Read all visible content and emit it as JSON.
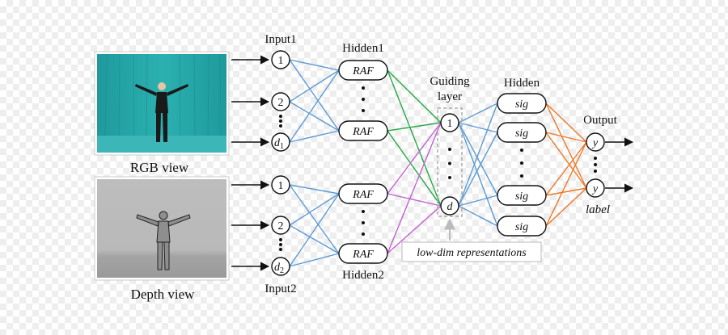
{
  "views": {
    "rgb": {
      "caption": "RGB view"
    },
    "depth": {
      "caption": "Depth view"
    }
  },
  "inputs": {
    "input1": {
      "title": "Input1",
      "nodes": [
        "1",
        "2",
        "d1"
      ]
    },
    "input2": {
      "title": "Input2",
      "nodes": [
        "1",
        "2",
        "d2"
      ]
    }
  },
  "hidden1": {
    "title": "Hidden1",
    "unit": "RAF"
  },
  "hidden2": {
    "title": "Hidden2",
    "unit": "RAF"
  },
  "guiding": {
    "title_line1": "Guiding",
    "title_line2": "layer",
    "nodes": [
      "1",
      "d"
    ],
    "annotation": "low-dim representations"
  },
  "hidden": {
    "title": "Hidden",
    "unit": "sig"
  },
  "output": {
    "title": "Output",
    "node": "y",
    "caption": "label"
  },
  "ellipsis": "·",
  "colors": {
    "input_edges": "#5b9bd5",
    "hidden1_edges": "#22aa44",
    "hidden2_edges": "#c060d0",
    "guiding_edges": "#5b9bd5",
    "output_edges": "#ee7722",
    "rgb_background": "#2aa6a6",
    "depth_background": "#b8b8b8"
  }
}
